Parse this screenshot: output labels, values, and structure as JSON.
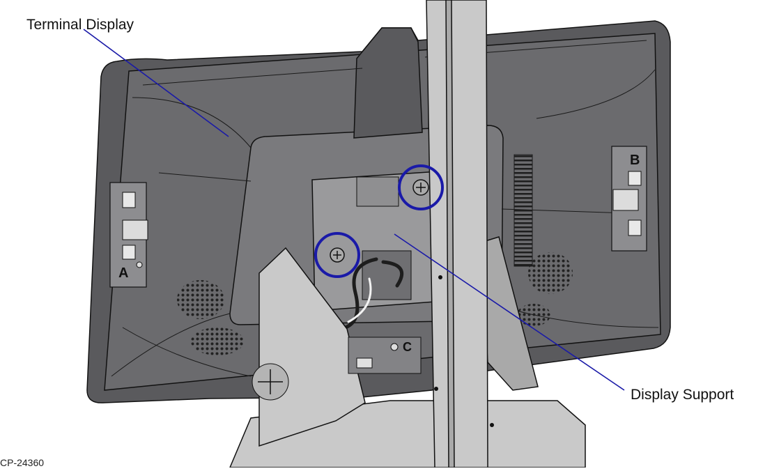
{
  "labels": {
    "terminal_display": "Terminal Display",
    "display_support": "Display Support",
    "drawing_code": "CP-24360"
  },
  "bracket_letters": {
    "left": "A",
    "right": "B",
    "bottom": "C"
  },
  "colors": {
    "display_body": "#5a5a5d",
    "display_face": "#6b6b6e",
    "display_panel": "#7a7a7d",
    "support_metal": "#c9c9c9",
    "support_dark": "#a9a9a9",
    "mount_plate": "#9a9a9c",
    "callout_ring": "#1a1aa8",
    "leader_line": "#1a1aa8",
    "outline": "#111111"
  },
  "icons": [
    "screw-icon",
    "speaker-grille-icon",
    "vent-icon",
    "cable-icon"
  ]
}
